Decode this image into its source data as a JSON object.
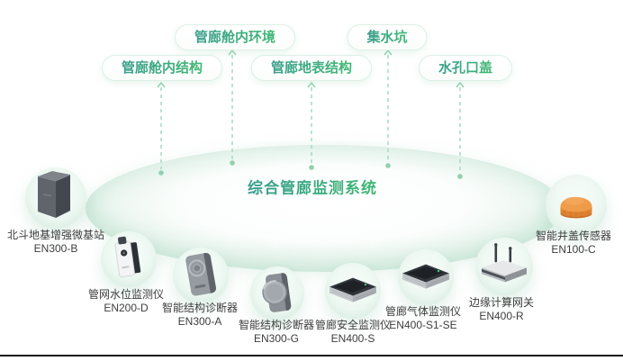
{
  "diagram": {
    "system_title": "综合管廊监测系统",
    "category_pills": [
      {
        "label": "管廊舱内环境"
      },
      {
        "label": "集水坑"
      },
      {
        "label": "管廊舱内结构"
      },
      {
        "label": "管廊地表结构"
      },
      {
        "label": "水孔口盖"
      }
    ],
    "devices": [
      {
        "name": "北斗地基增强微基站",
        "model": "EN300-B"
      },
      {
        "name": "管网水位监测仪",
        "model": "EN200-D"
      },
      {
        "name": "智能结构诊断器",
        "model": "EN300-A"
      },
      {
        "name": "智能结构诊断器",
        "model": "EN300-G"
      },
      {
        "name": "管廊安全监测仪",
        "model": "EN400-S"
      },
      {
        "name": "管廊气体监测仪",
        "model": "EN400-S1-SE"
      },
      {
        "name": "边缘计算网关",
        "model": "EN400-R"
      },
      {
        "name": "智能井盖传感器",
        "model": "EN100-C"
      }
    ],
    "colors": {
      "accent_teal": "#3a9e8d",
      "accent_green": "#3fb873",
      "pill_border": "#ddf0e5",
      "dash_line": "#abdcc3",
      "dot_green": "#93d0ae",
      "label_text": "#3d3d3d",
      "ellipse_mint": "#d9efe3",
      "manhole_orange": "#ef9c4a",
      "footer_rule": "#1b1b1b"
    }
  }
}
